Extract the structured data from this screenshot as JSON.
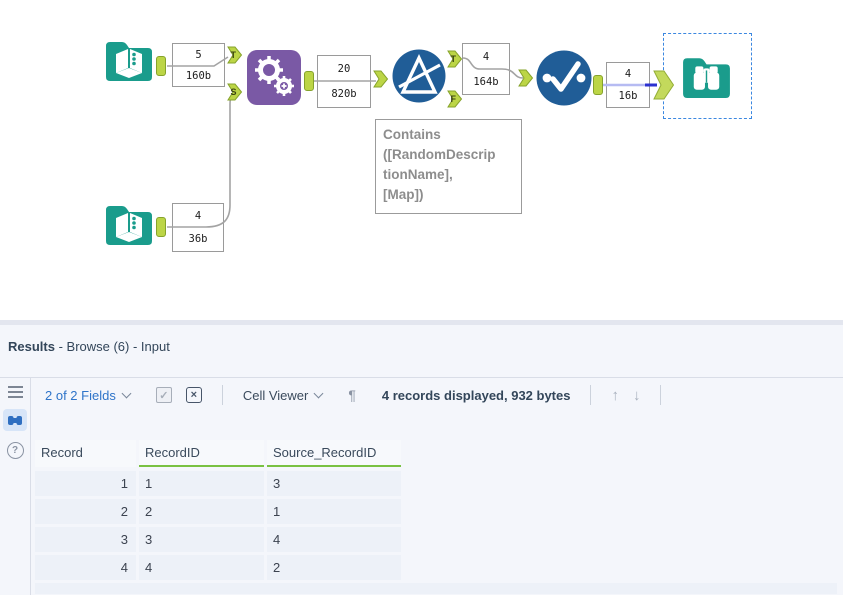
{
  "canvas": {
    "counters": [
      {
        "records": "5",
        "bytes": "160b"
      },
      {
        "records": "20",
        "bytes": "820b"
      },
      {
        "records": "4",
        "bytes": "164b"
      },
      {
        "records": "4",
        "bytes": "16b"
      },
      {
        "records": "4",
        "bytes": "36b"
      }
    ],
    "anchors": {
      "t": "T",
      "s": "S",
      "f": "F"
    },
    "annotation_lines": [
      "Contains",
      "([RandomDescrip",
      "tionName],",
      "[Map])"
    ],
    "icons": {
      "input1": "input-data-icon",
      "input2": "input-data-icon",
      "append": "append-fields-icon",
      "filter": "filter-icon",
      "unique": "unique-icon",
      "browse": "browse-icon"
    }
  },
  "results": {
    "title": "Results",
    "subtitle": " - Browse (6) - Input",
    "toolbar": {
      "fields_dropdown": "2 of 2 Fields",
      "check_icon": "✓",
      "xbox_icon": "×",
      "cell_viewer_dropdown": "Cell Viewer",
      "pilcrow": "¶",
      "records_info": "4 records displayed, 932 bytes",
      "up_arrow": "↑",
      "down_arrow": "↓"
    },
    "sidebar": {
      "help_glyph": "?"
    },
    "table": {
      "columns": [
        "Record",
        "RecordID",
        "Source_RecordID"
      ],
      "rows": [
        [
          "1",
          "1",
          "3"
        ],
        [
          "2",
          "2",
          "1"
        ],
        [
          "3",
          "3",
          "4"
        ],
        [
          "4",
          "4",
          "2"
        ]
      ]
    }
  },
  "colors": {
    "teal": "#1a9c8c",
    "purple": "#7a59a5",
    "blue": "#205d97",
    "lime": "#bcd546",
    "wire": "#a3a3a3",
    "selected_wire": "#2c31d0",
    "link_blue": "#2e74c9",
    "grid_green": "#79c142"
  }
}
